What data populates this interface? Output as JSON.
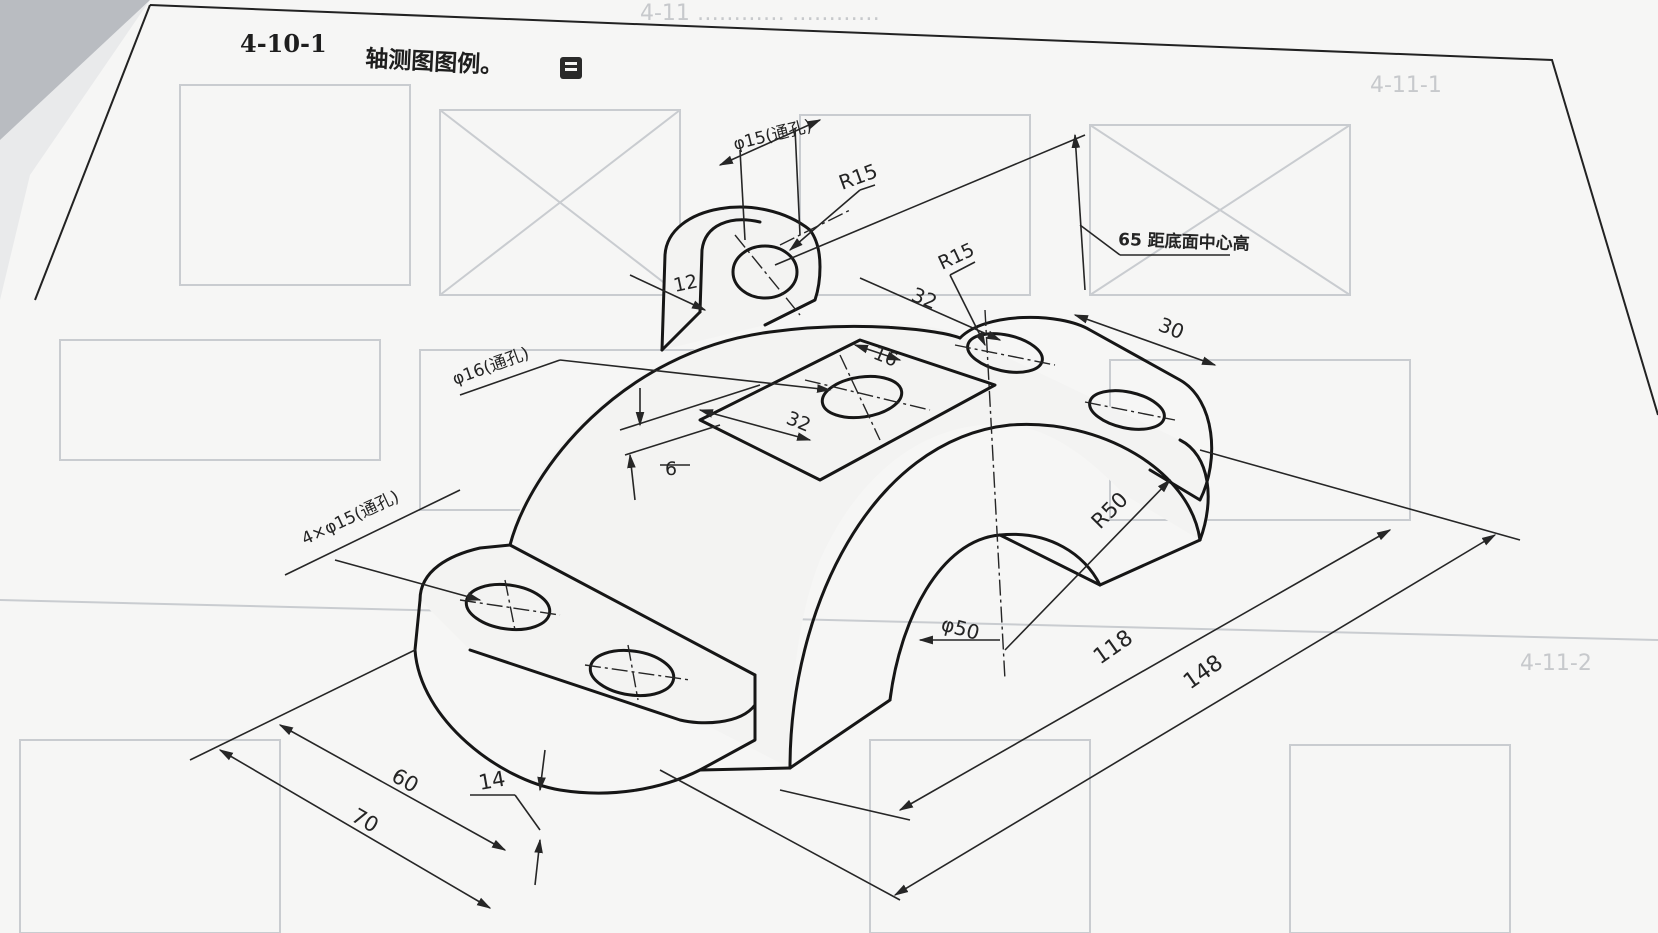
{
  "title": {
    "number": "4-10-1",
    "text": "轴测图图例。"
  },
  "dimensions": {
    "lug_hole": "φ15(通孔)",
    "lug_radius": "R15",
    "lug_thickness": "12",
    "center_height": "65 距底面中心高",
    "boss_radius": "R15",
    "offset_32_top": "32",
    "offset_30": "30",
    "top_hole": "φ16(通孔)",
    "pad_width": "16",
    "pad_length": "32",
    "pad_height": "6",
    "base_holes": "4×φ15(通孔)",
    "arch_radius": "R50",
    "bore": "φ50",
    "depth_118": "118",
    "length_148": "148",
    "width_60": "60",
    "width_70": "70",
    "base_thickness": "14"
  },
  "mirror_text": {
    "top": "4-11  …………  …………",
    "right_top": "4-11-1",
    "right_mid": "4-11-2"
  }
}
